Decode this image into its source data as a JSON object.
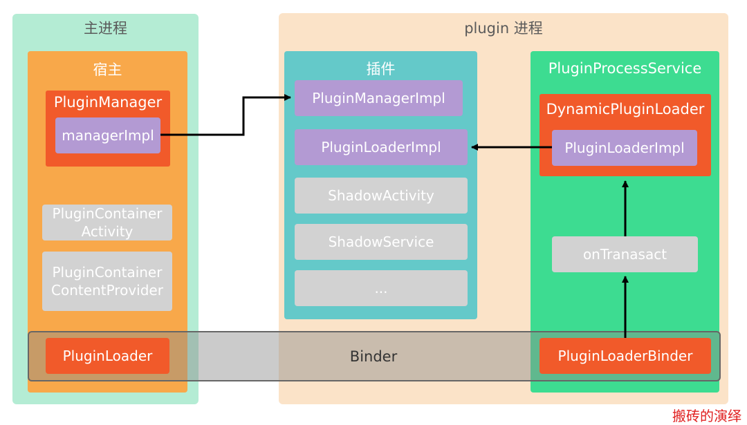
{
  "main_process": {
    "title": "主进程",
    "host": {
      "title": "宿主",
      "plugin_manager": {
        "title": "PluginManager",
        "manager_impl": "managerImpl"
      },
      "plugin_container_activity": "PluginContainer\nActivity",
      "plugin_container_content_provider": "PluginContainer\nContentProvider",
      "plugin_loader": "PluginLoader"
    }
  },
  "plugin_process": {
    "title": "plugin 进程",
    "plugin": {
      "title": "插件",
      "plugin_manager_impl": "PluginManagerImpl",
      "plugin_loader_impl": "PluginLoaderImpl",
      "shadow_activity": "ShadowActivity",
      "shadow_service": "ShadowService",
      "more": "..."
    },
    "plugin_process_service": {
      "title": "PluginProcessService",
      "dynamic_plugin_loader": {
        "title": "DynamicPluginLoader",
        "plugin_loader_impl": "PluginLoaderImpl"
      },
      "on_transact": "onTranasact",
      "plugin_loader_binder": "PluginLoaderBinder"
    }
  },
  "binder_label": "Binder",
  "watermark": "搬砖的演绎",
  "colors": {
    "main_process_bg": "#b4ecd4",
    "plugin_process_bg": "#fbe3c8",
    "host_bg": "#f8a84a",
    "plugin_bg": "#64c9c9",
    "service_bg": "#3ddc91",
    "red": "#f15a2a",
    "purple": "#b39ad3",
    "gray": "#d2d2d2",
    "watermark": "#e02020"
  }
}
